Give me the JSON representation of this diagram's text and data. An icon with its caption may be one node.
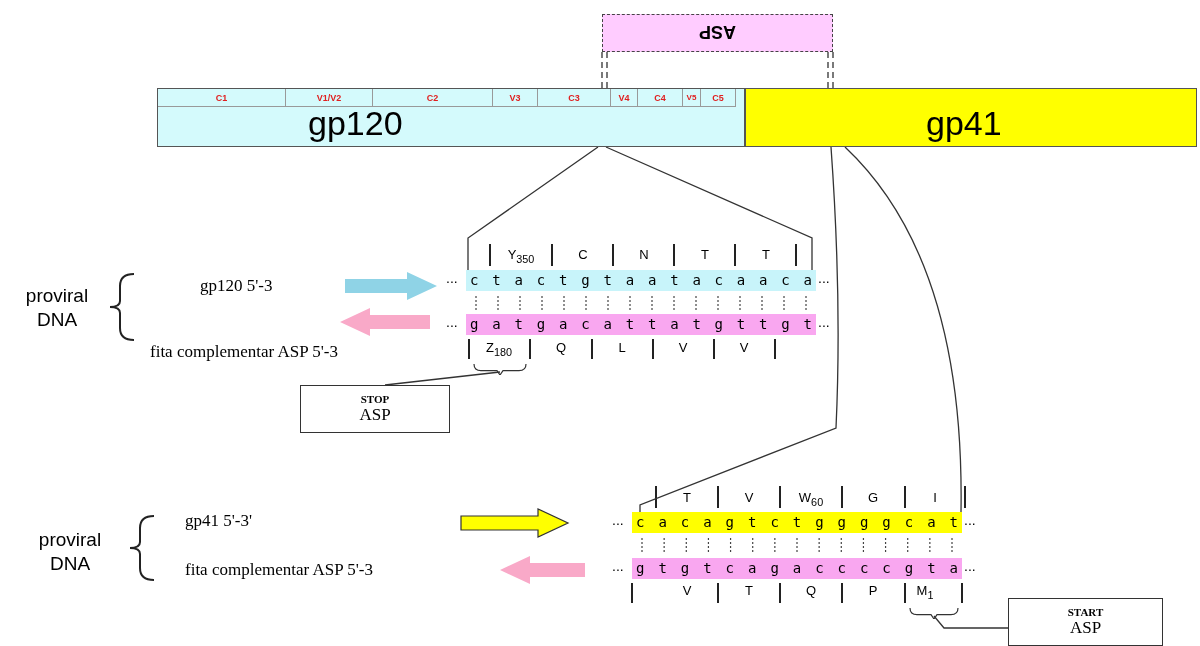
{
  "diagram": {
    "nodes": [
      {
        "text": [
          "gp120"
        ]
      },
      {
        "text": [
          "C1"
        ],
        "in": 0
      },
      {
        "text": [
          "V1/V2"
        ],
        "in": 0
      },
      {
        "text": [
          "C2"
        ],
        "in": 0
      },
      {
        "text": [
          "V3"
        ],
        "in": 0
      },
      {
        "text": [
          "C3"
        ],
        "in": 0
      },
      {
        "text": [
          "V4"
        ],
        "in": 0
      },
      {
        "text": [
          "C4"
        ],
        "in": 0
      },
      {
        "text": [
          "V5"
        ],
        "in": 0
      },
      {
        "text": [
          "C5"
        ],
        "in": 0
      },
      {
        "text": [
          "gp41"
        ]
      },
      {
        "text": [
          "ASP"
        ]
      },
      {
        "text": [
          "c t a c t g t a a t a c a a c a"
        ],
        "beside": [
          "...",
          "..."
        ]
      },
      {
        "text": [
          "g a t g a c a t t a t g t t g t"
        ],
        "beside": [
          "...",
          "..."
        ]
      },
      {
        "text": [],
        "shape": "bracket"
      },
      {
        "text": [
          "STOP",
          "ASP"
        ]
      },
      {
        "text": [
          "c a c a g t c t g g g g c a t"
        ],
        "beside": [
          "...",
          "..."
        ]
      },
      {
        "text": [
          "g t g t c a g a c c c c g t a"
        ],
        "beside": [
          "...",
          "..."
        ]
      },
      {
        "text": [],
        "shape": "bracket"
      },
      {
        "text": [
          "START",
          "ASP"
        ]
      }
    ],
    "edges": [
      {
        "from": 0,
        "to": 12,
        "arrow": "none"
      },
      {
        "from": 10,
        "to": 16,
        "arrow": "none"
      },
      {
        "from": 15,
        "to": 14,
        "arrow": "none"
      },
      {
        "from": 19,
        "to": 18,
        "arrow": "none"
      },
      {
        "from": 11,
        "to": 5,
        "arrow": "none",
        "style": "dashed"
      },
      {
        "from": 11,
        "to": 10,
        "arrow": "none",
        "style": "dashed"
      }
    ],
    "labels": [
      "proviral DNA",
      "gp120 5'-3",
      "fita complementar ASP 5'-3",
      "Y$_{350}$",
      "C",
      "N",
      "T",
      "T",
      "Z$_{180}$",
      "Q",
      "L",
      "V",
      "V",
      "proviral DNA",
      "gp41 5'-3'",
      "fita complementar ASP 5'-3",
      "T",
      "V",
      "W$_{60}$",
      "G",
      "I",
      "V",
      "T",
      "Q",
      "P",
      "M$_{1}$"
    ]
  }
}
